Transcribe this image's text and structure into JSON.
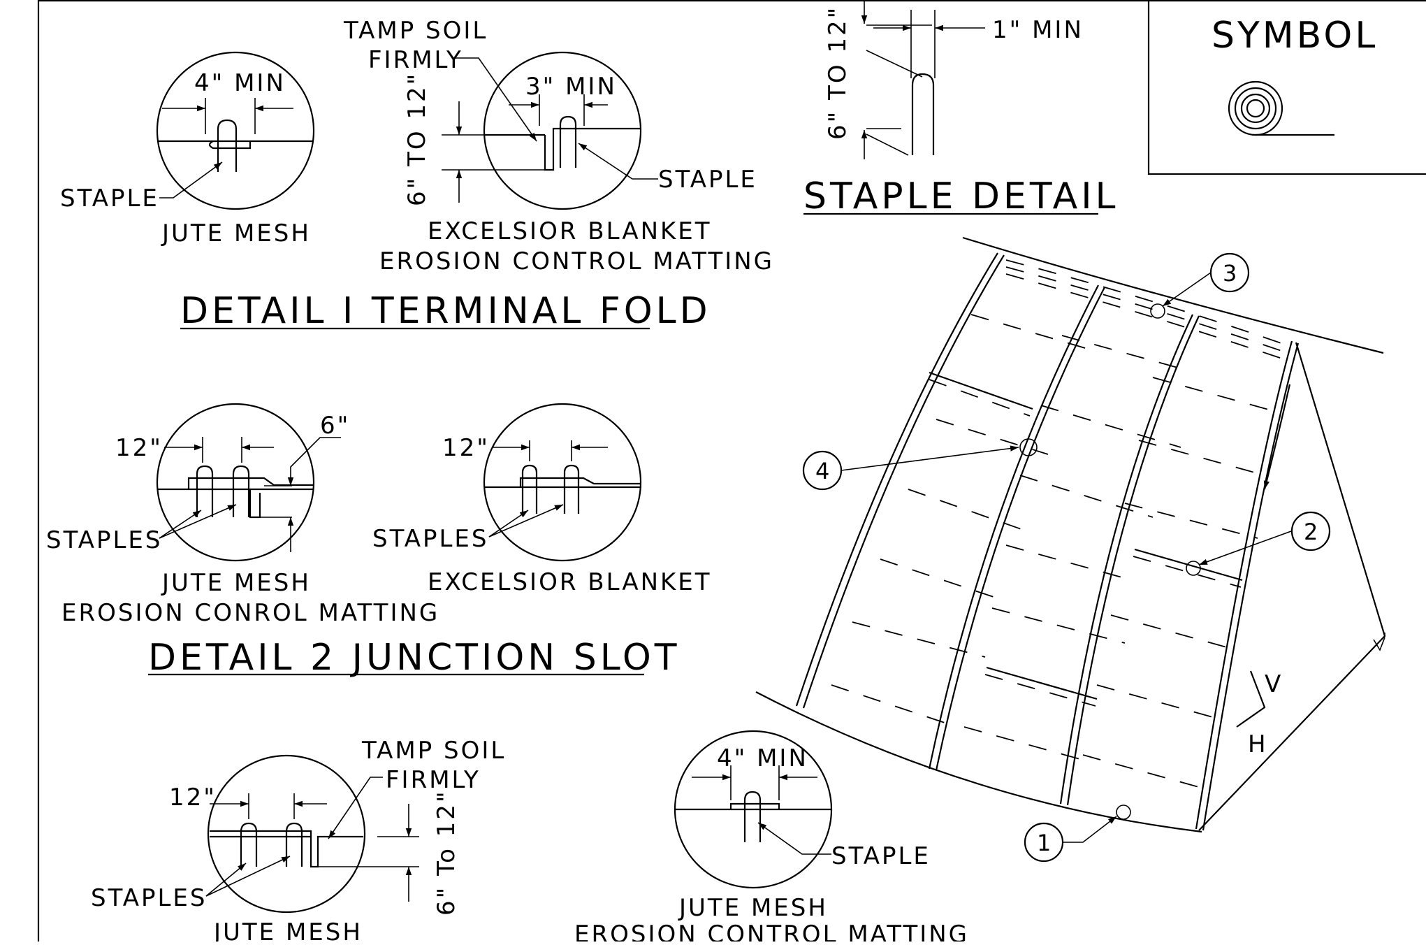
{
  "terminal_fold": {
    "title": "DETAIL I TERMINAL FOLD",
    "jute_dim": "4\" MIN",
    "jute_staple": "STAPLE",
    "jute_caption": "JUTE MESH",
    "tamp_line1": "TAMP SOIL",
    "tamp_line2": "FIRMLY",
    "excelsior_dim": "3\" MIN",
    "excelsior_depth": "6\" TO 12\"",
    "excelsior_staple": "STAPLE",
    "excelsior_caption1": "EXCELSIOR BLANKET",
    "excelsior_caption2": "EROSION CONTROL MATTING"
  },
  "junction_slot": {
    "title": "DETAIL 2 JUNCTION SLOT",
    "jute_spacing": "12\"",
    "jute_offset": "6\"",
    "jute_staples": "STAPLES",
    "jute_caption1": "JUTE MESH",
    "jute_caption2": "EROSION CONROL MATTING",
    "excelsior_spacing": "12\"",
    "excelsior_staples": "STAPLES",
    "excelsior_caption": "EXCELSIOR BLANKET"
  },
  "staple_detail": {
    "title": "STAPLE DETAIL",
    "width_dim": "1\" MIN",
    "length_dim": "6\" TO 12\""
  },
  "symbol_box": {
    "title": "SYMBOL"
  },
  "bottom_left": {
    "spacing": "12\"",
    "tamp_line1": "TAMP SOIL",
    "tamp_line2": "FIRMLY",
    "depth": "6\" To 12\"",
    "staples": "STAPLES",
    "caption": "JUTE MESH"
  },
  "bottom_center": {
    "dim": "4\" MIN",
    "staple": "STAPLE",
    "caption1": "JUTE MESH",
    "caption2": "EROSION CONTROL MATTING"
  },
  "channel": {
    "callouts": [
      "1",
      "2",
      "3",
      "4"
    ],
    "slope_v": "V",
    "slope_h": "H"
  }
}
